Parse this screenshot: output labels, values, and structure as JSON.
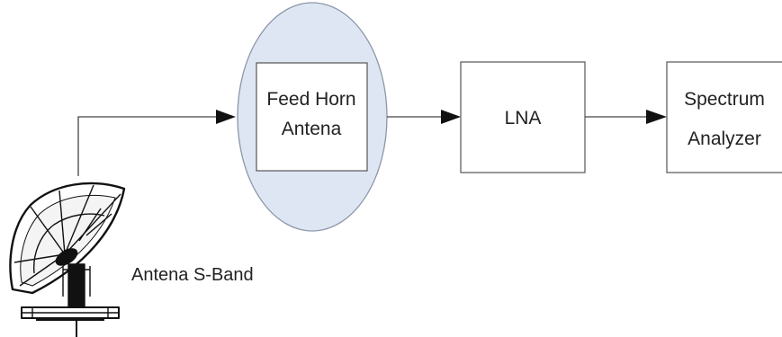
{
  "blocks": {
    "feed_horn": {
      "line1": "Feed Horn",
      "line2": "Antena"
    },
    "lna": {
      "label": "LNA"
    },
    "spectrum_analyzer": {
      "line1": "Spectrum",
      "line2": "Analyzer"
    }
  },
  "antenna": {
    "label": "Antena S-Band",
    "icon": "satellite-dish-icon"
  },
  "colors": {
    "ellipse_fill": "#dde6f2",
    "ellipse_stroke": "#8c96a8",
    "line": "#444444",
    "arrow": "#111111",
    "text": "#222222"
  }
}
